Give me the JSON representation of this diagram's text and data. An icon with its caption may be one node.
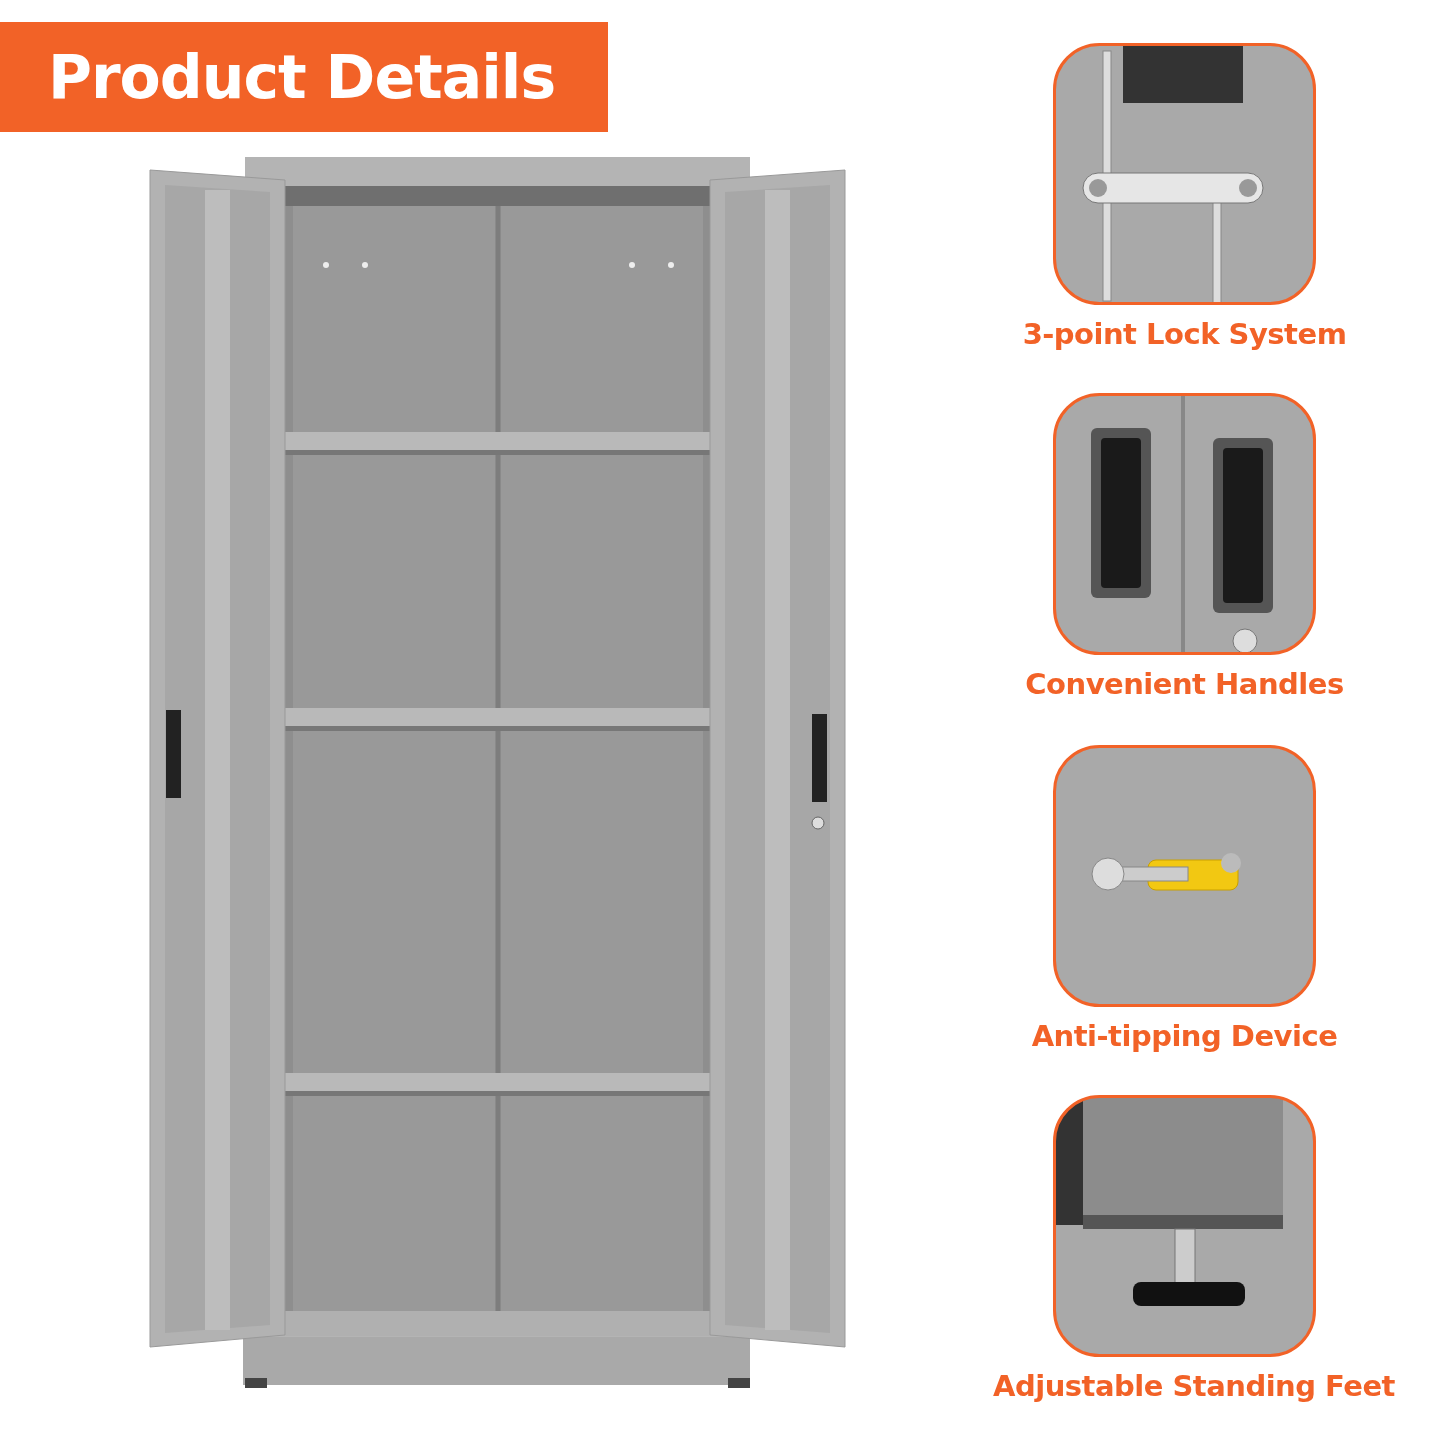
{
  "diagram": {
    "title": "Product Details",
    "nodes": [
      {
        "text": [],
        "shape": "picture",
        "beside": [
          "3-point Lock System"
        ]
      },
      {
        "text": [],
        "shape": "picture",
        "beside": [
          "Convenient Handles"
        ]
      },
      {
        "text": [],
        "shape": "picture",
        "beside": [
          "Anti-tipping Device"
        ]
      },
      {
        "text": [],
        "shape": "picture",
        "beside": [
          "Adjustable Standing Feet"
        ]
      }
    ]
  }
}
